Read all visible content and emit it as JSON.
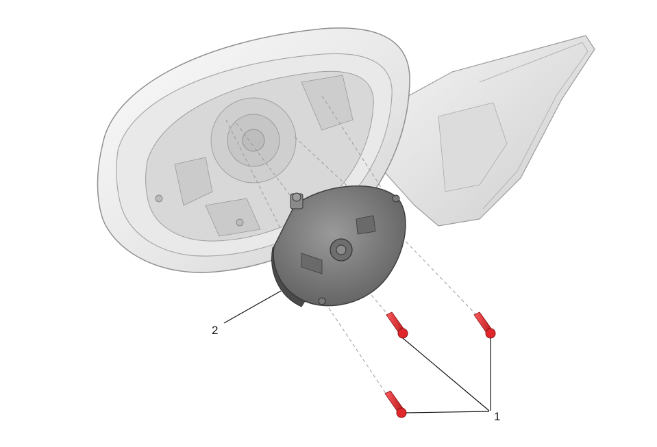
{
  "callouts": {
    "fastener": "1",
    "actuator": "2"
  },
  "colors": {
    "fastener": "#e0282c",
    "actuator": "#7a7a7a",
    "housing": "#ededed",
    "leader": "#111111"
  },
  "parts": [
    {
      "id": "1",
      "name": "fastener",
      "count": 3
    },
    {
      "id": "2",
      "name": "mirror-actuator"
    }
  ]
}
